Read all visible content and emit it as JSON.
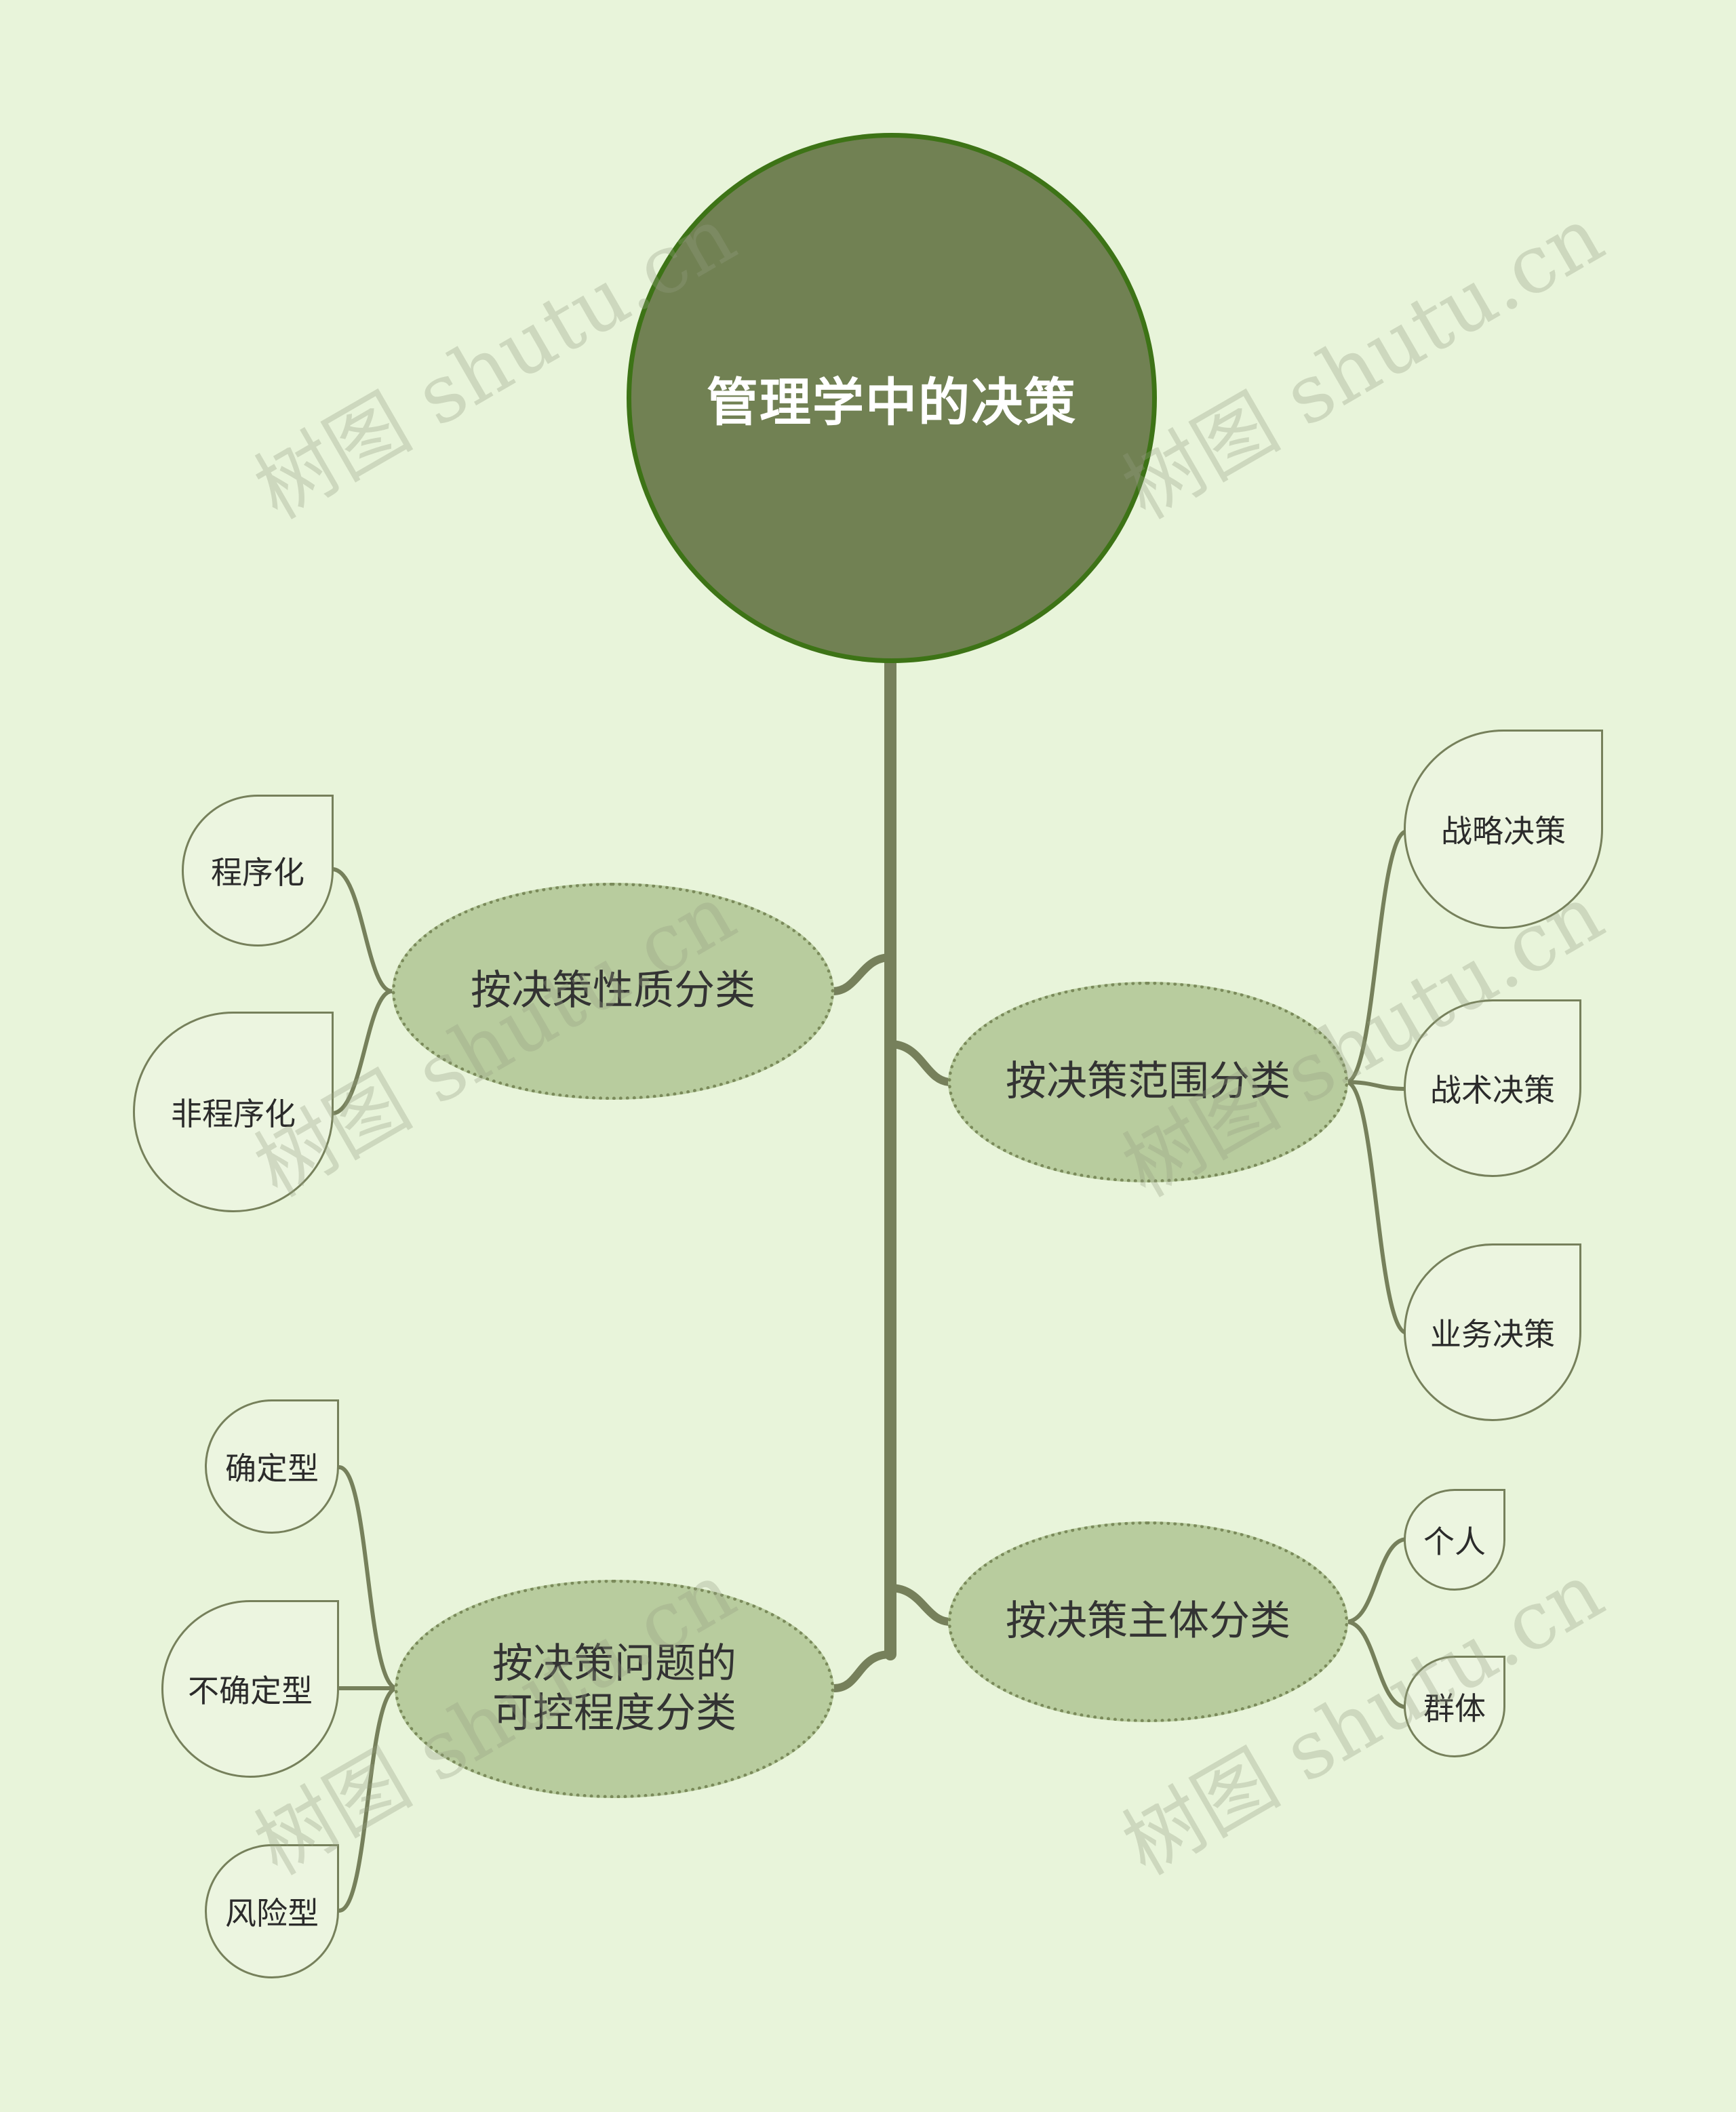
{
  "root": {
    "label": "管理学中的决策"
  },
  "branches": [
    {
      "id": "nature",
      "label": "按决策性质分类",
      "children": [
        {
          "label": "程序化"
        },
        {
          "label": "非程序化"
        }
      ]
    },
    {
      "id": "scope",
      "label": "按决策范围分类",
      "children": [
        {
          "label": "战略决策"
        },
        {
          "label": "战术决策"
        },
        {
          "label": "业务决策"
        }
      ]
    },
    {
      "id": "control",
      "label": "按决策问题的\n可控程度分类",
      "children": [
        {
          "label": "确定型"
        },
        {
          "label": "不确定型"
        },
        {
          "label": "风险型"
        }
      ]
    },
    {
      "id": "subject",
      "label": "按决策主体分类",
      "children": [
        {
          "label": "个人"
        },
        {
          "label": "群体"
        }
      ]
    }
  ],
  "watermark": {
    "text": "树图 shutu.cn"
  },
  "colors": {
    "background": "#e8f4da",
    "root_fill": "#718153",
    "root_border": "#3d7316",
    "branch_fill": "#b8cc9e",
    "connector": "#76805b"
  }
}
